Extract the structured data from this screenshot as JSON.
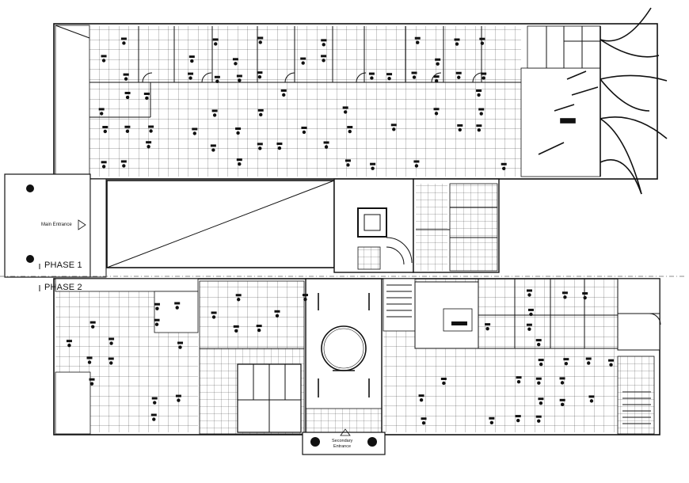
{
  "drawing": {
    "phase_1_label": "PHASE 1",
    "phase_2_label": "PHASE 2",
    "main_entrance_label": "Main Entrance",
    "secondary_entrance_line1": "Secondary",
    "secondary_entrance_line2": "Entrance"
  },
  "colors": {
    "line": "#111111",
    "background": "#ffffff"
  }
}
